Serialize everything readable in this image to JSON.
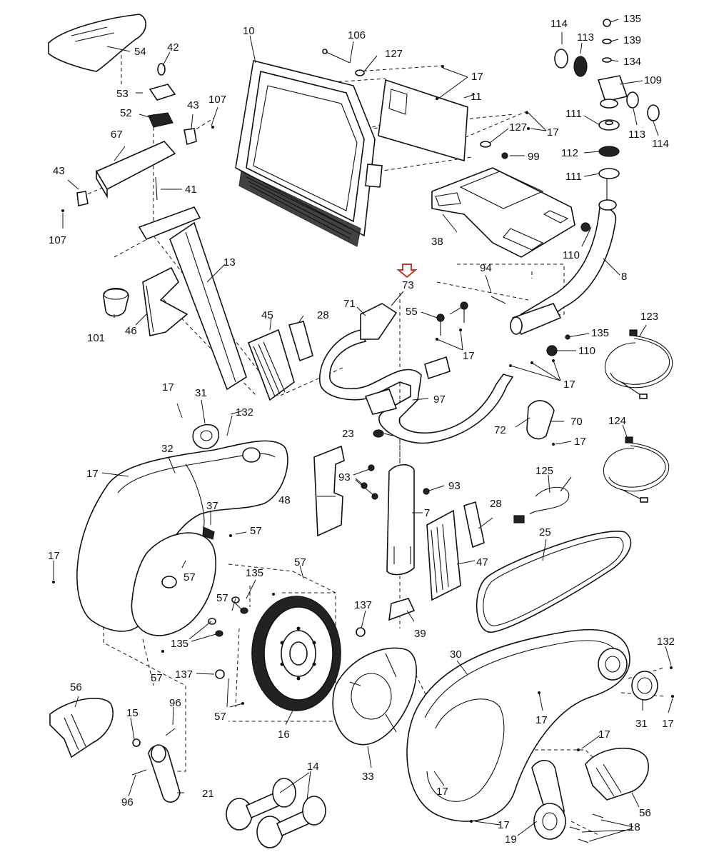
{
  "diagram": {
    "callout_color": "#c0392b",
    "labels": {
      "p135a": "135",
      "p139": "139",
      "p134": "134",
      "p114a": "114",
      "p113a": "113",
      "p109": "109",
      "p113b": "113",
      "p114b": "114",
      "p111a": "111",
      "p112": "112",
      "p111b": "111",
      "p110a": "110",
      "p8": "8",
      "p106": "106",
      "p127a": "127",
      "p17a": "17",
      "p11": "11",
      "p127b": "127",
      "p17b": "17",
      "p99": "99",
      "p10": "10",
      "p38": "38",
      "p54": "54",
      "p42": "42",
      "p53": "53",
      "p107a": "107",
      "p52": "52",
      "p43a": "43",
      "p67": "67",
      "p43b": "43",
      "p41": "41",
      "p107b": "107",
      "p13": "13",
      "p101": "101",
      "p46": "46",
      "p45": "45",
      "p28a": "28",
      "p73": "73",
      "p71": "71",
      "p55": "55",
      "p94": "94",
      "p17c": "17",
      "p135b": "135",
      "p110b": "110",
      "p17d": "17",
      "p123": "123",
      "p97": "97",
      "p72": "72",
      "p70": "70",
      "p17e": "17",
      "p124": "124",
      "p23": "23",
      "p17f": "17",
      "p31a": "31",
      "p132a": "132",
      "p32": "32",
      "p17g": "17",
      "p37": "37",
      "p57a": "57",
      "p57b": "57",
      "p17h": "17",
      "p93a": "93",
      "p93b": "93",
      "p48": "48",
      "p7": "7",
      "p28b": "28",
      "p125": "125",
      "p47": "47",
      "p25": "25",
      "p57c": "57",
      "p135c": "135",
      "p57d": "57",
      "p137a": "137",
      "p39": "39",
      "p135d": "135",
      "p57e": "57",
      "p137b": "137",
      "p57f": "57",
      "p16": "16",
      "p30": "30",
      "p132b": "132",
      "p31b": "31",
      "p17i": "17",
      "p17j": "17",
      "p56a": "56",
      "p15": "15",
      "p96a": "96",
      "p96b": "96",
      "p21": "21",
      "p33": "33",
      "p14": "14",
      "p17k": "17",
      "p17l": "17",
      "p17m": "17",
      "p19": "19",
      "p18": "18",
      "p56b": "56"
    }
  }
}
